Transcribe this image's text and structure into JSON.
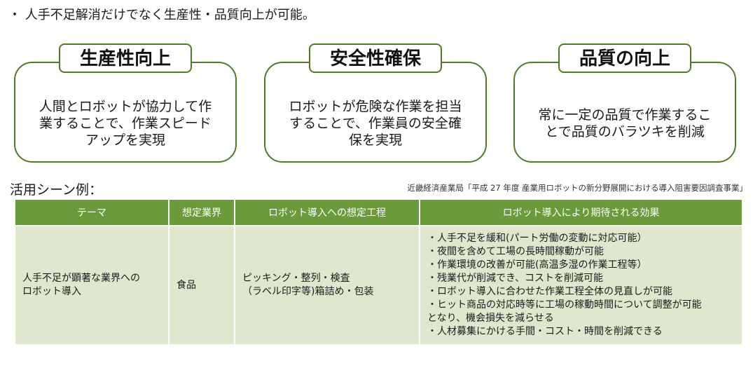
{
  "headline": "・ 人手不足解消だけでなく生産性・品質向上が可能。",
  "cards": [
    {
      "title": "生産性向上",
      "body": "人間とロボットが協力して作\n業することで、作業スピード\nアップを実現"
    },
    {
      "title": "安全性確保",
      "body": "ロボットが危険な作業を担当\nすることで、作業員の安全確\n保を実現"
    },
    {
      "title": "品質の向上",
      "body": "常に一定の品質で作業するこ\nとで品質のバラツキを削減"
    }
  ],
  "section_label": "活用シーン例：",
  "source": "近畿経済産業局「平成 27 年度 産業用ロボットの新分野展開における導入阻害要因調査事業」",
  "table": {
    "headers": [
      "テーマ",
      "想定業界",
      "ロボット導入への想定工程",
      "ロボット導入により期待される効果"
    ],
    "row": {
      "theme": "人手不足が顕著な業界への\nロボット導入",
      "industry": "食品",
      "process": "ピッキング・整列・検査\n（ラベル印字等)箱詰め・包装",
      "effects": [
        "・人手不足を緩和(パート労働の変動に対応可能）",
        "・夜間を含めて工場の長時間稼動が可能",
        "・作業環境の改善が可能(高温多湿の作業工程等）",
        "・残業代が削減でき、コストを削減可能",
        "・ロボット導入に合わせた作業工程全体の見直しが可能",
        "・ヒット商品の対応時等に工場の稼動時間について調整が可能\nとなり、機会損失を減らせる",
        "・人材募集にかける手間・コスト・時間を削減できる"
      ]
    }
  },
  "colors": {
    "accent": "#6b9a3a",
    "cell_bg": "#dfe7cf",
    "border": "#4f7a2a"
  }
}
